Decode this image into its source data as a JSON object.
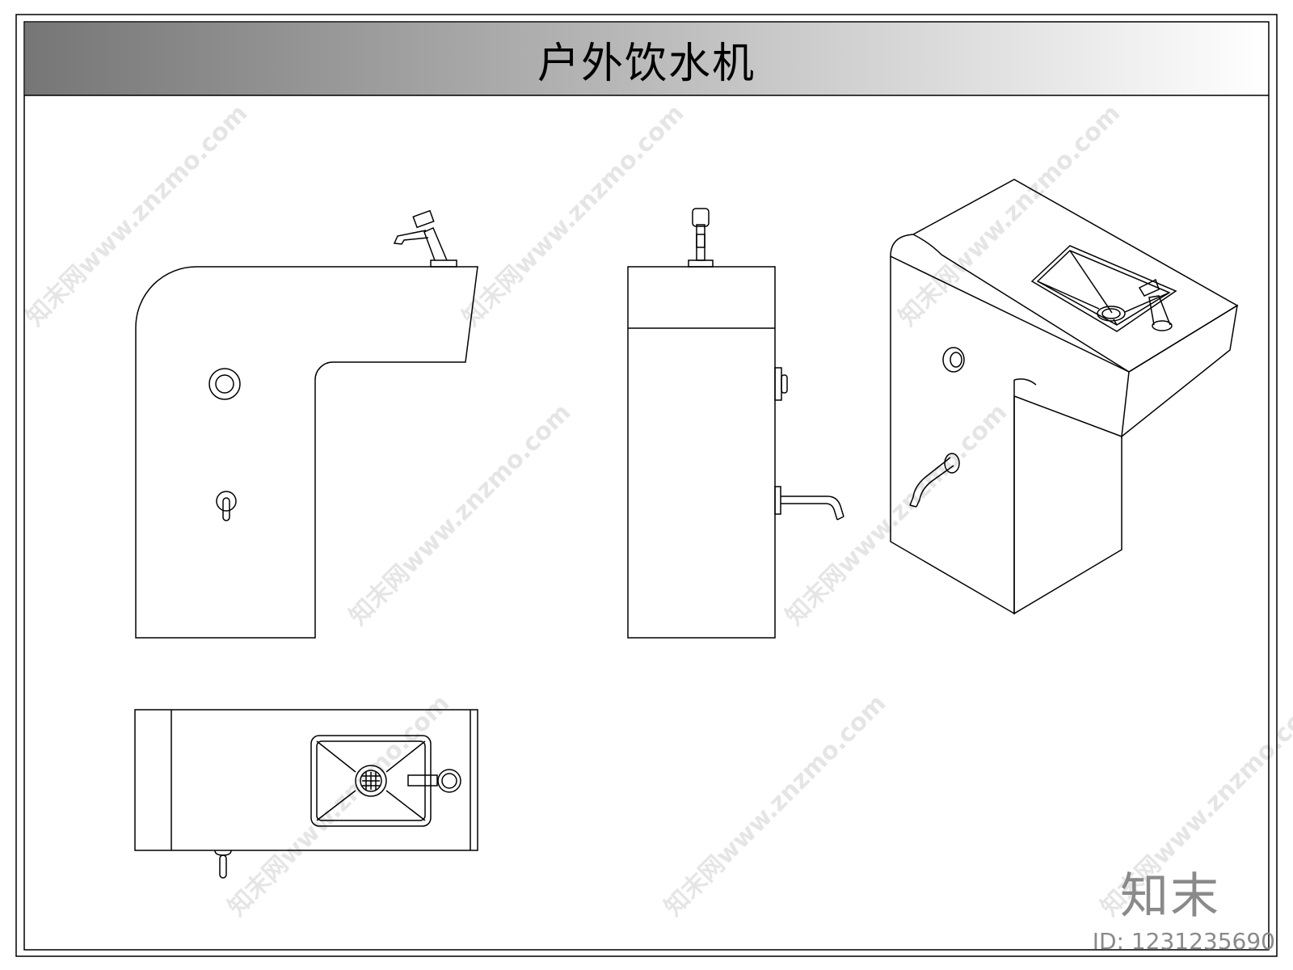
{
  "sheet": {
    "title": "户外饮水机"
  },
  "watermark": {
    "text": "知末网www.znzmo.com"
  },
  "brand": {
    "logo_text": "知末",
    "id_text": "ID: 1231235690"
  },
  "colors": {
    "line": "#000000",
    "header_gradient_start": "#7a7a7a",
    "header_gradient_end": "#ffffff",
    "brand_gray": "#8a8a8a"
  }
}
